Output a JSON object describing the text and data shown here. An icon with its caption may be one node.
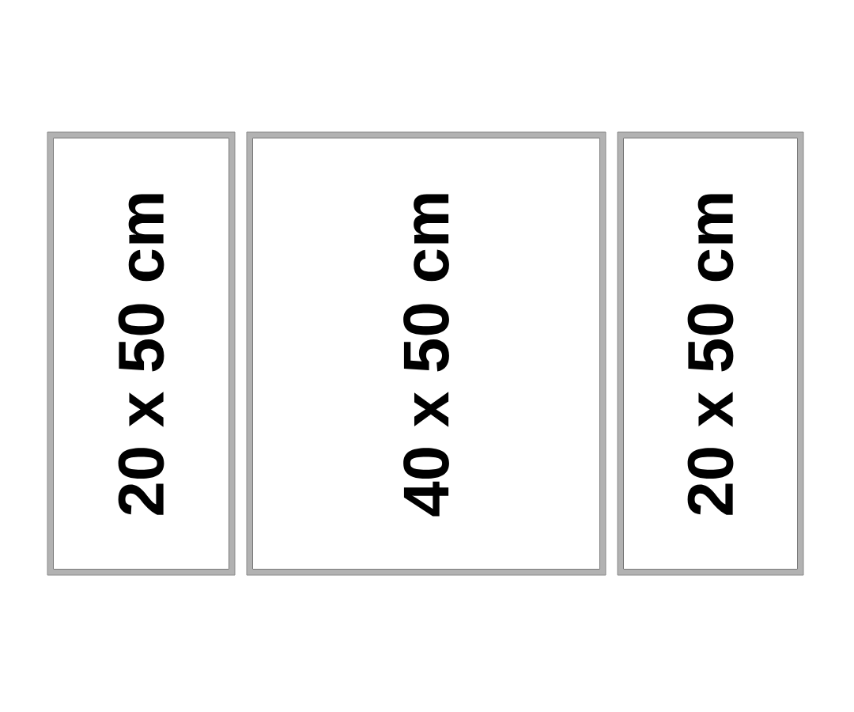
{
  "diagram": {
    "nodes": [
      {
        "text": [
          "20 x 50 cm"
        ]
      },
      {
        "text": [
          "40 x 50 cm"
        ]
      },
      {
        "text": [
          "20 x 50 cm"
        ]
      }
    ]
  }
}
